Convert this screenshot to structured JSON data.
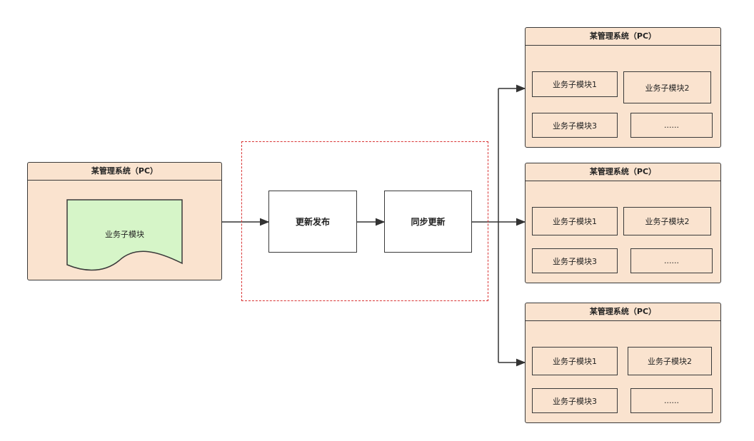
{
  "source_system": {
    "title": "某管理系统（PC）",
    "module_label": "业务子模块",
    "module_fill": "#d6f5c8"
  },
  "process": {
    "step1": "更新发布",
    "step2": "同步更新",
    "group_border_color": "#d93434"
  },
  "target_systems": [
    {
      "title": "某管理系统（PC）",
      "modules": [
        "业务子模块1",
        "业务子模块2",
        "业务子模块3",
        "......"
      ]
    },
    {
      "title": "某管理系统（PC）",
      "modules": [
        "业务子模块1",
        "业务子模块2",
        "业务子模块3",
        "......"
      ]
    },
    {
      "title": "某管理系统（PC）",
      "modules": [
        "业务子模块1",
        "业务子模块2",
        "业务子模块3",
        "......"
      ]
    }
  ],
  "colors": {
    "system_fill": "#fae3cf",
    "stroke": "#3a3a3a"
  }
}
